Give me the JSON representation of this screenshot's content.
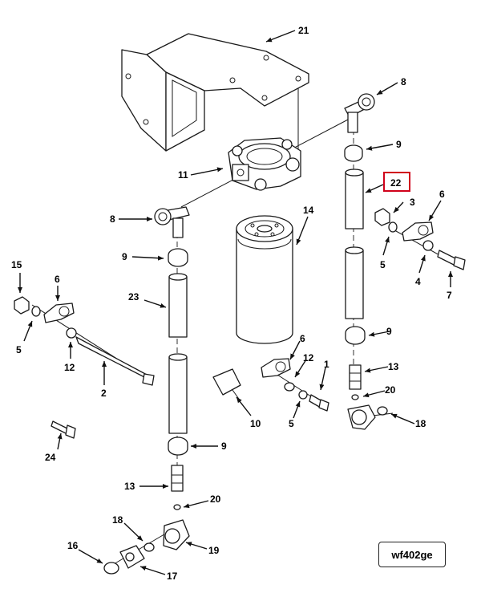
{
  "diagram": {
    "figure_id": "wf402ge",
    "highlighted_callout": "22",
    "highlight_color": "#d0021b",
    "callouts": {
      "c1": "1",
      "c2": "2",
      "c3": "3",
      "c4": "4",
      "c5a": "5",
      "c5b": "5",
      "c5c": "5",
      "c6a": "6",
      "c6b": "6",
      "c6c": "6",
      "c7": "7",
      "c8a": "8",
      "c8b": "8",
      "c9a": "9",
      "c9b": "9",
      "c9c": "9",
      "c9d": "9",
      "c10": "10",
      "c11": "11",
      "c12a": "12",
      "c12b": "12",
      "c13a": "13",
      "c13b": "13",
      "c14": "14",
      "c15": "15",
      "c16": "16",
      "c17": "17",
      "c18a": "18",
      "c18b": "18",
      "c19": "19",
      "c20a": "20",
      "c20b": "20",
      "c21": "21",
      "c22": "22",
      "c23": "23",
      "c24": "24"
    }
  }
}
